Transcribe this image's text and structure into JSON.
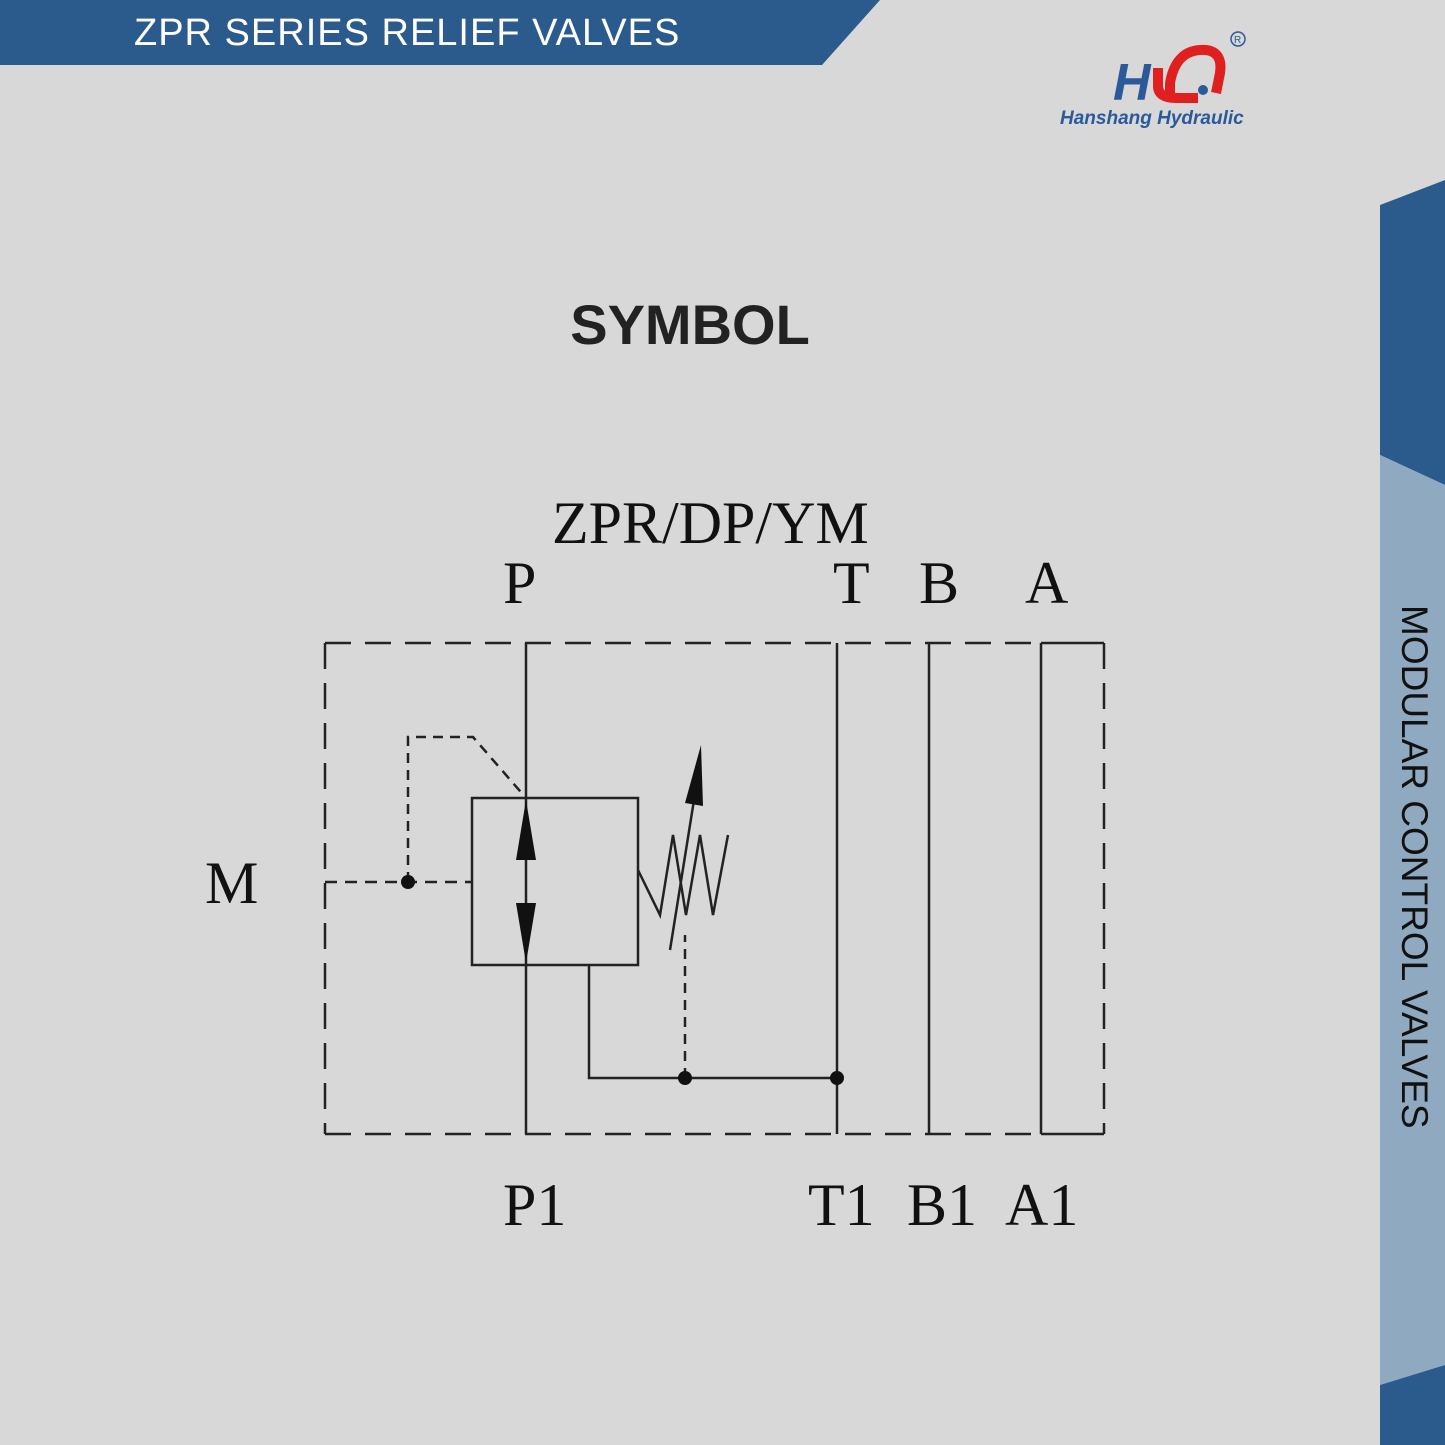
{
  "header": {
    "title": "ZPR SERIES RELIEF VALVES"
  },
  "logo": {
    "brand": "Hanshang Hydraulic",
    "mark": "HS",
    "registered": "®"
  },
  "side_band": {
    "label": "MODULAR CONTROL VALVES"
  },
  "section": {
    "heading": "SYMBOL"
  },
  "symbol": {
    "model": "ZPR/DP/YM",
    "top_ports": [
      "P",
      "T",
      "B",
      "A"
    ],
    "bottom_ports": [
      "P1",
      "T1",
      "B1",
      "A1"
    ],
    "gauge_port": "M"
  },
  "colors": {
    "brand_blue": "#2b5a8c",
    "band_light": "#8fa9c0",
    "background": "#d8d8d8",
    "logo_red": "#e02020"
  }
}
